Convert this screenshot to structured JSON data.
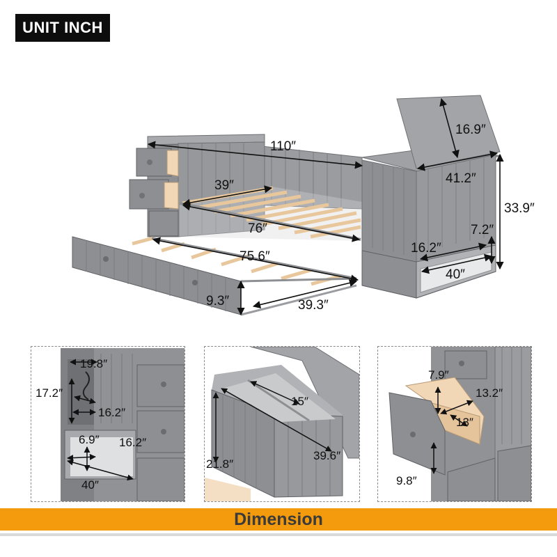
{
  "unit_label": "UNIT INCH",
  "footer_title": "Dimension",
  "main_dimensions": {
    "overall_length": "110″",
    "lid_height": "16.9″",
    "storage_width": "41.2″",
    "inner_width": "39″",
    "total_height": "33.9″",
    "bed_length": "76″",
    "trundle_length": "75.6″",
    "cubby_height": "7.2″",
    "cubby_depth": "16.2″",
    "cubby_width": "40″",
    "trundle_height": "9.3″",
    "trundle_width": "39.3″"
  },
  "left_panel": {
    "shelf_width": "19.8″",
    "shelf_height": "17.2″",
    "shelf_depth": "16.2″",
    "bottom_height": "6.9″",
    "bottom_depth": "16.2″",
    "bottom_width": "40″"
  },
  "mid_panel": {
    "compartment_depth": "15″",
    "box_height": "21.8″",
    "box_length": "39.6″"
  },
  "right_panel": {
    "drawer_height_inner": "7.9″",
    "drawer_width": "13.2″",
    "drawer_depth": "13″",
    "drawer_front_height": "9.8″"
  },
  "colors": {
    "furniture_gray": "#8d8f92",
    "wood": "#f1d7b5",
    "accent_orange": "#f39b0d"
  }
}
